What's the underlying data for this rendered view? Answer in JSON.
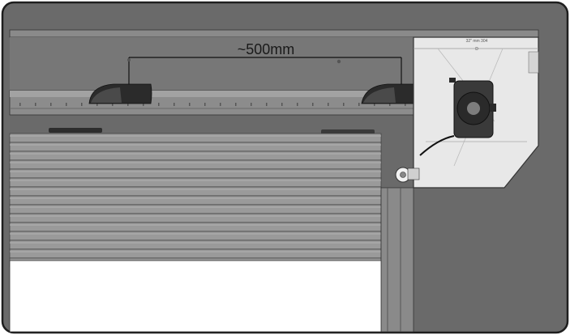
{
  "dimension": {
    "label": "~500mm"
  },
  "housing": {
    "label_top": "32\" mm 304",
    "label_sub": "D"
  },
  "colors": {
    "background": "#6a6a6a",
    "outline": "#222222",
    "rail": "#7d7d7d",
    "tube": "#8c8c8c",
    "slat": "#9b9b9b",
    "bracket": "#2b2b2b",
    "housing": "#e9e9e9",
    "motor": "#3a3a3a",
    "opening": "#ffffff"
  },
  "icons": [
    "roller-tube",
    "mounting-bracket",
    "motor-unit",
    "end-cap-housing",
    "slat-curtain"
  ]
}
